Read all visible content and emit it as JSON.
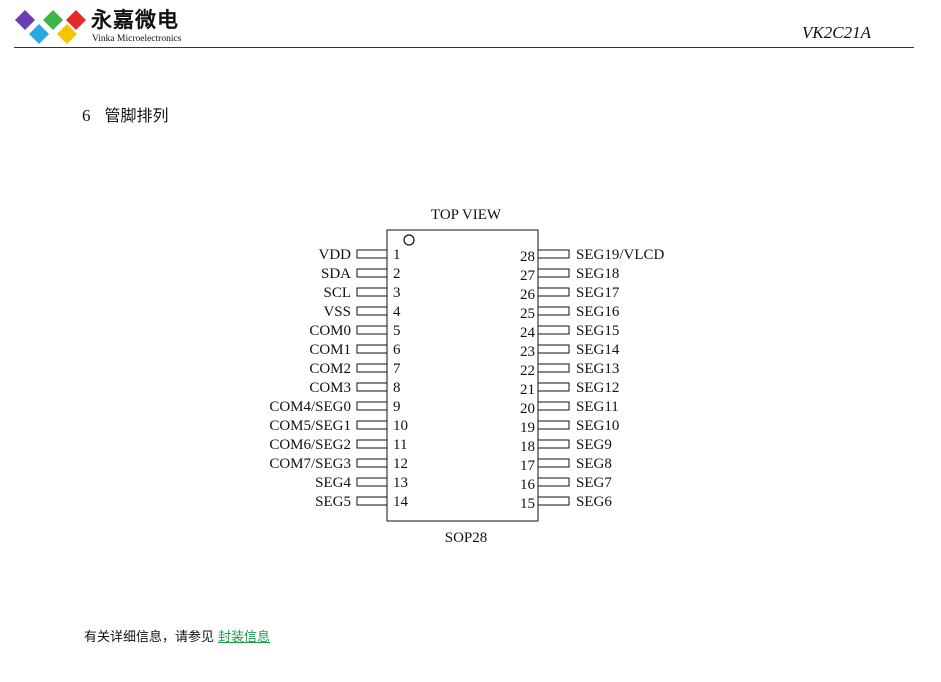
{
  "header": {
    "company_name_cn": "永嘉微电",
    "company_name_en": "Vinka Microelectronics",
    "doc_code": "VK2C21A",
    "logo_colors": [
      "#6a3fb5",
      "#2aa9e0",
      "#3cb54a",
      "#f5c400",
      "#e62a2a"
    ]
  },
  "section": {
    "number": "6",
    "title": "管脚排列"
  },
  "diagram": {
    "top_label": "TOP VIEW",
    "bottom_label": "SOP28",
    "left_pins": [
      {
        "num": "1",
        "name": "VDD"
      },
      {
        "num": "2",
        "name": "SDA"
      },
      {
        "num": "3",
        "name": "SCL"
      },
      {
        "num": "4",
        "name": "VSS"
      },
      {
        "num": "5",
        "name": "COM0"
      },
      {
        "num": "6",
        "name": "COM1"
      },
      {
        "num": "7",
        "name": "COM2"
      },
      {
        "num": "8",
        "name": "COM3"
      },
      {
        "num": "9",
        "name": "COM4/SEG0"
      },
      {
        "num": "10",
        "name": "COM5/SEG1"
      },
      {
        "num": "11",
        "name": "COM6/SEG2"
      },
      {
        "num": "12",
        "name": "COM7/SEG3"
      },
      {
        "num": "13",
        "name": "SEG4"
      },
      {
        "num": "14",
        "name": "SEG5"
      }
    ],
    "right_pins": [
      {
        "num": "28",
        "name": "SEG19/VLCD"
      },
      {
        "num": "27",
        "name": "SEG18"
      },
      {
        "num": "26",
        "name": "SEG17"
      },
      {
        "num": "25",
        "name": "SEG16"
      },
      {
        "num": "24",
        "name": "SEG15"
      },
      {
        "num": "23",
        "name": "SEG14"
      },
      {
        "num": "22",
        "name": "SEG13"
      },
      {
        "num": "21",
        "name": "SEG12"
      },
      {
        "num": "20",
        "name": "SEG11"
      },
      {
        "num": "19",
        "name": "SEG10"
      },
      {
        "num": "18",
        "name": "SEG9"
      },
      {
        "num": "17",
        "name": "SEG8"
      },
      {
        "num": "16",
        "name": "SEG7"
      },
      {
        "num": "15",
        "name": "SEG6"
      }
    ]
  },
  "footer": {
    "note": "有关详细信息，请参见",
    "link": "封装信息",
    "link_color": "#1a9a4a"
  }
}
